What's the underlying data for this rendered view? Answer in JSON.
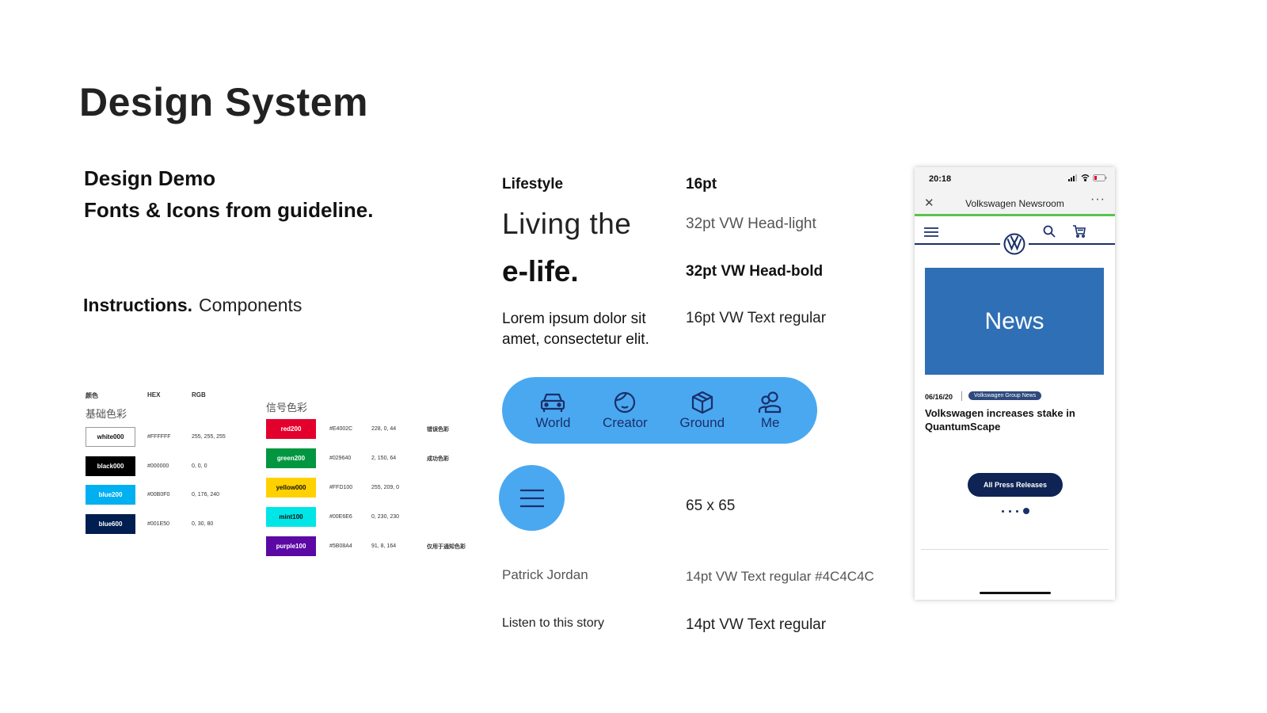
{
  "page": {
    "title": "Design System",
    "subtitle1": "Design Demo",
    "subtitle2": "Fonts & Icons from guideline.",
    "instructions_bold": "Instructions.",
    "instructions_rest": "Components"
  },
  "basic_palette": {
    "headers": [
      "颜色",
      "HEX",
      "RGB"
    ],
    "title": "基础色彩",
    "rows": [
      {
        "name": "white000",
        "hex": "#FFFFFF",
        "rgb": "255, 255, 255",
        "color": "#FFFFFF"
      },
      {
        "name": "black000",
        "hex": "#000000",
        "rgb": "0, 0, 0",
        "color": "#000000"
      },
      {
        "name": "blue200",
        "hex": "#00B0F0",
        "rgb": "0, 176, 240",
        "color": "#00B0F0"
      },
      {
        "name": "blue600",
        "hex": "#001E50",
        "rgb": "0, 30, 80",
        "color": "#001E50"
      }
    ]
  },
  "signal_palette": {
    "title": "信号色彩",
    "rows": [
      {
        "name": "red200",
        "hex": "#E4002C",
        "rgb": "228, 0, 44",
        "note": "错误色彩",
        "color": "#E4002C"
      },
      {
        "name": "green200",
        "hex": "#029640",
        "rgb": "2, 150, 64",
        "note": "成功色彩",
        "color": "#029640"
      },
      {
        "name": "yellow000",
        "hex": "#FFD100",
        "rgb": "255, 209, 0",
        "note": "",
        "color": "#FFD100"
      },
      {
        "name": "mint100",
        "hex": "#00E6E6",
        "rgb": "0, 230, 230",
        "note": "",
        "color": "#00E6E6"
      },
      {
        "name": "purple100",
        "hex": "#5B08A4",
        "rgb": "91, 8, 164",
        "note": "仅用于通知色彩",
        "color": "#5B08A4"
      }
    ]
  },
  "typography": {
    "lifestyle": "Lifestyle",
    "size16": "16pt",
    "living": "Living the",
    "living_spec": "32pt  VW Head-light",
    "elife": "e-life.",
    "elife_spec": "32pt  VW Head-bold",
    "lorem1": "Lorem ipsum dolor sit",
    "lorem2": "amet, consectetur elit.",
    "lorem_spec": "16pt VW Text regular",
    "fab_size": "65 x 65",
    "author": "Patrick Jordan",
    "author_spec": "14pt VW Text regular #4C4C4C",
    "listen": "Listen to this story",
    "listen_spec": "14pt VW Text regular"
  },
  "tabbar": {
    "color": "#4AA8F0",
    "tabs": [
      {
        "label": "World",
        "icon": "car-icon"
      },
      {
        "label": "Creator",
        "icon": "person-face-icon"
      },
      {
        "label": "Ground",
        "icon": "box-icon"
      },
      {
        "label": "Me",
        "icon": "users-icon"
      }
    ]
  },
  "phone": {
    "time": "20:18",
    "browser_title": "Volkswagen Newsroom",
    "banner": "News",
    "date": "06/16/20",
    "tag": "Volkswagen Group News",
    "headline": "Volkswagen increases stake in QuantumScape",
    "button": "All Press Releases",
    "brand_color": "#1A2F6A",
    "banner_color": "#2F6FB5"
  }
}
